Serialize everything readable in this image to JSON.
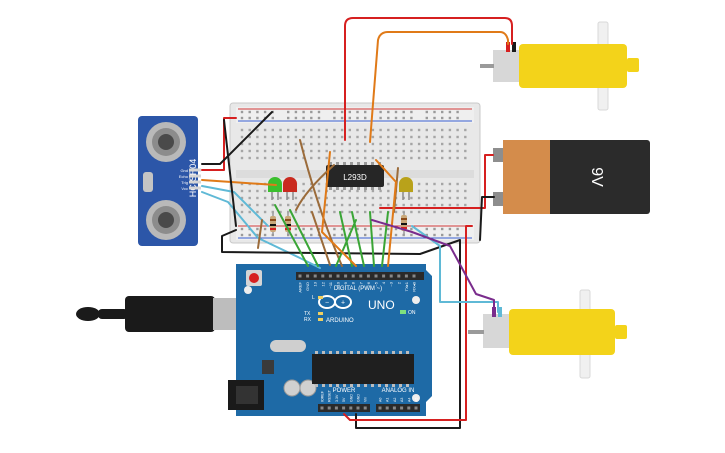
{
  "sensor": {
    "model": "HC-SR04",
    "pins": [
      "Gnd",
      "Echo",
      "Trig",
      "Vcc"
    ]
  },
  "driver_chip": {
    "label": "L293D"
  },
  "battery": {
    "label": "9V"
  },
  "arduino": {
    "brand": "ARDUINO",
    "model": "UNO",
    "digital_header": "DIGITAL (PWM ~)",
    "power_header": "POWER",
    "analog_header": "ANALOG IN",
    "power_pins": [
      "IOREF",
      "RESET",
      "3.3V",
      "5V",
      "GND",
      "GND",
      "Vin"
    ],
    "analog_pins": [
      "A0",
      "A1",
      "A2",
      "A3",
      "A4",
      "A5"
    ],
    "digital_pins": [
      "AREF",
      "GND",
      "13",
      "12",
      "~11",
      "~10",
      "~9",
      "8",
      "7",
      "~6",
      "~5",
      "4",
      "~3",
      "2",
      "TX▸1",
      "RX◂0"
    ],
    "led_labels": [
      "L",
      "TX",
      "RX",
      "ON"
    ]
  },
  "colors": {
    "board": "#1e6aa6",
    "breadboard": "#e8e8e8",
    "motor": "#f3d31a",
    "battery_body": "#2b2b2b",
    "battery_label": "#d48c4b",
    "wire_red": "#d62020",
    "wire_black": "#1a1a1a",
    "wire_green": "#3aa536",
    "wire_orange": "#e07a18",
    "wire_brown": "#9b6b3a",
    "wire_cyan": "#5fb9d6",
    "wire_purple": "#7a2c8c",
    "led_green": "#3bbf2e",
    "led_red": "#c92a1f",
    "led_yellow": "#b9a21a"
  }
}
